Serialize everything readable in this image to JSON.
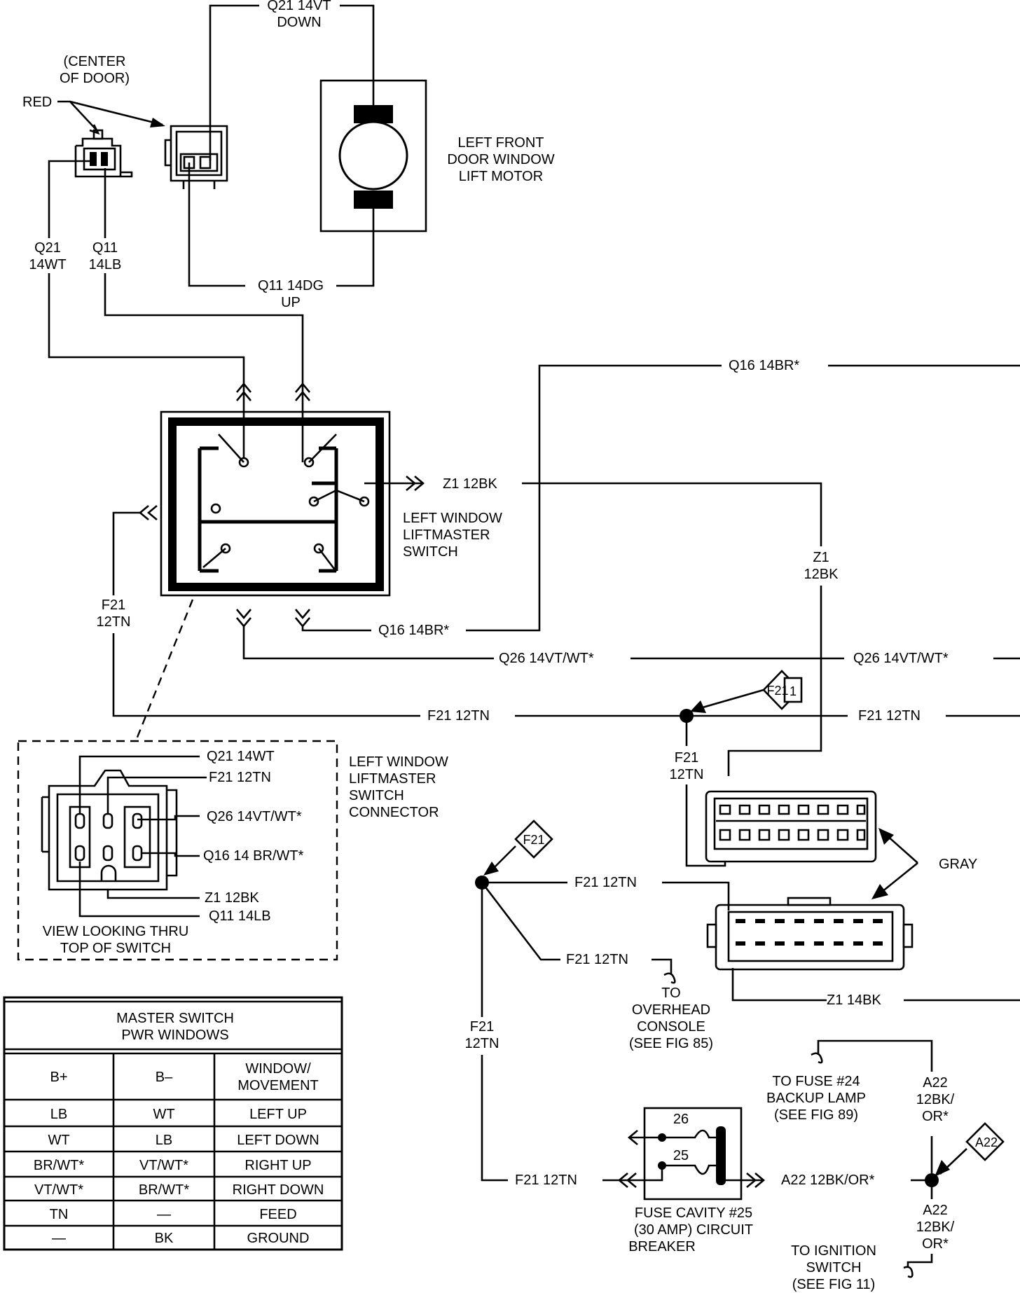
{
  "motor": {
    "label_l1": "LEFT FRONT",
    "label_l2": "DOOR WINDOW",
    "label_l3": "LIFT MOTOR"
  },
  "door": {
    "center_l1": "(CENTER",
    "center_l2": "OF DOOR)",
    "red": "RED"
  },
  "wires": {
    "q21_vt": "Q21 14VT",
    "down": "DOWN",
    "q21_wt_l1": "Q21",
    "q21_wt_l2": "14WT",
    "q11_lb_l1": "Q11",
    "q11_lb_l2": "14LB",
    "q11_dg": "Q11 14DG",
    "up": "UP",
    "q16_top": "Q16 14BR*",
    "z1_12bk": "Z1 12BK",
    "z1_v_l1": "Z1",
    "z1_v_l2": "12BK",
    "f21_v_l1": "F21",
    "f21_v_l2": "12TN",
    "q16_low": "Q16 14BR*",
    "q26_mid": "Q26 14VT/WT*",
    "q26_right": "Q26 14VT/WT*",
    "f21_mid": "F21 12TN",
    "f21_right": "F21 12TN",
    "f21_down_l1": "F21",
    "f21_down_l2": "12TN",
    "f21_h1": "F21 12TN",
    "f21_h2": "F21 12TN",
    "z1_14bk": "Z1 14BK",
    "f21_left_l1": "F21",
    "f21_left_l2": "12TN",
    "f21_bottom": "F21 12TN",
    "a22_h": "A22 12BK/OR*",
    "a22_up_l1": "A22",
    "a22_up_l2": "12BK/",
    "a22_up_l3": "OR*",
    "a22_dn_l1": "A22",
    "a22_dn_l2": "12BK/",
    "a22_dn_l3": "OR*"
  },
  "switch": {
    "label_l1": "LEFT WINDOW",
    "label_l2": "LIFTMASTER",
    "label_l3": "SWITCH"
  },
  "connector": {
    "pin_q21": "Q21 14WT",
    "pin_f21": "F21 12TN",
    "pin_q26": "Q26 14VT/WT*",
    "pin_q16": "Q16 14 BR/WT*",
    "pin_z1": "Z1 12BK",
    "pin_q11": "Q11 14LB",
    "label_l1": "LEFT WINDOW",
    "label_l2": "LIFTMASTER",
    "label_l3": "SWITCH",
    "label_l4": "CONNECTOR",
    "view_l1": "VIEW LOOKING THRU",
    "view_l2": "TOP OF SWITCH"
  },
  "splices": {
    "f21_1_tag": "F21",
    "f21_1_num": "1",
    "f21_2_tag": "F21",
    "a22_tag": "A22"
  },
  "gray_label": "GRAY",
  "overhead": {
    "l1": "TO",
    "l2": "OVERHEAD",
    "l3": "CONSOLE",
    "l4": "(SEE FIG 85)"
  },
  "fuse24": {
    "l1": "TO FUSE #24",
    "l2": "BACKUP LAMP",
    "l3": "(SEE FIG 89)"
  },
  "breaker": {
    "pin_26": "26",
    "pin_25": "25",
    "l1": "FUSE CAVITY #25",
    "l2": "(30 AMP) CIRCUIT",
    "l3": "BREAKER"
  },
  "ignition": {
    "l1": "TO IGNITION",
    "l2": "SWITCH",
    "l3": "(SEE FIG 11)"
  },
  "table": {
    "title_l1": "MASTER SWITCH",
    "title_l2": "PWR WINDOWS",
    "headers": [
      "B+",
      "B–",
      "WINDOW/",
      "MOVEMENT"
    ],
    "rows": [
      [
        "LB",
        "WT",
        "LEFT UP"
      ],
      [
        "WT",
        "LB",
        "LEFT DOWN"
      ],
      [
        "BR/WT*",
        "VT/WT*",
        "RIGHT UP"
      ],
      [
        "VT/WT*",
        "BR/WT*",
        "RIGHT DOWN"
      ],
      [
        "TN",
        "—",
        "FEED"
      ],
      [
        "—",
        "BK",
        "GROUND"
      ]
    ]
  }
}
